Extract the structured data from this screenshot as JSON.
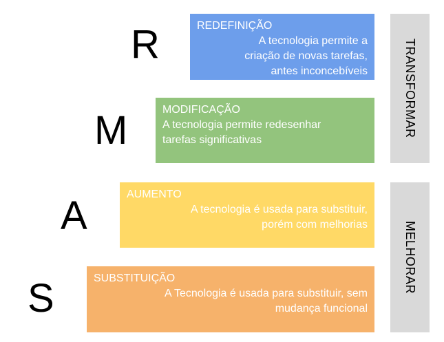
{
  "levels": [
    {
      "letter": "R",
      "title": "REDEFINIÇÃO",
      "desc": "A tecnologia permite a\ncriação de novas tarefas,\nantes inconcebíveis",
      "color": "#6d9eeb"
    },
    {
      "letter": "M",
      "title": "MODIFICAÇÃO",
      "desc": "A tecnologia permite redesenhar\ntarefas significativas",
      "color": "#93c47d"
    },
    {
      "letter": "A",
      "title": "AUMENTO",
      "desc": "A tecnologia é usada para substituir,\nporém com melhorias",
      "color": "#ffd966"
    },
    {
      "letter": "S",
      "title": "SUBSTITUIÇÃO",
      "desc": "A Tecnologia é usada para substituir, sem\nmudança funcional",
      "color": "#f6b26b"
    }
  ],
  "sides": {
    "top": "TRANSFORMAR",
    "bottom": "MELHORAR",
    "color": "#d9d9d9"
  }
}
